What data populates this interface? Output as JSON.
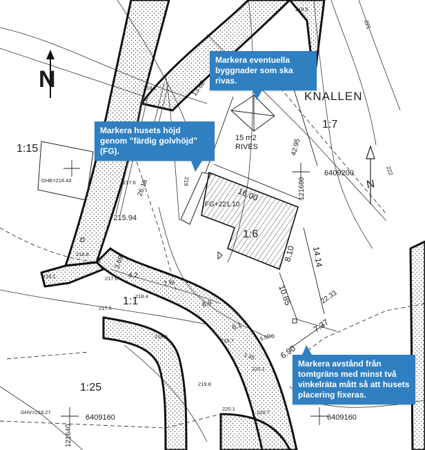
{
  "map": {
    "place_name": "KNALLEN",
    "north_symbol": "N",
    "small_north_symbol": "N",
    "ratios": {
      "r_1_15": "1:15",
      "r_1_7": "1:7",
      "r_1_6": "1:6",
      "r_1_1": "1:1",
      "r_1_25": "1:25"
    },
    "coordinates": {
      "north_6409200": "6409200",
      "north_6409160_left": "6409160",
      "north_6409160_right": "6409160",
      "east_121680": "121680",
      "east_121640": "121640"
    },
    "heights": {
      "h_218_5_top": "218.5",
      "h_218_2": "218.2",
      "h_217_6": "217.6",
      "h_216_8": "216.8",
      "h_216_1": "216.1",
      "h_217_6_b": "217.6",
      "h_218_4": "218.4",
      "h_217_5": "217.5",
      "h_218_9": "218.9",
      "h_219_7": "219.7",
      "h_220_1": "220.1",
      "h_219_8": "219.8",
      "h_220_1_b": "220.1",
      "h_220_7": "220.7",
      "h_plus_215_94": "+215.94",
      "ghe": "GHE=216.43",
      "ghv": "GHV=219.27"
    },
    "contours": {
      "c_219": "219",
      "c_221": "221",
      "c_222": "222"
    },
    "dimensions": {
      "d_13_62": "13.62",
      "d_16_00": "16.00",
      "d_42_95": "42.95",
      "d_26_18": "26.18",
      "d_3_69": "3.69",
      "d_4_2": "4.2",
      "d_7_6": "7.6",
      "d_6_9": "6.9",
      "d_6_1": "6.1",
      "d_5_09": "5.09",
      "d_1_35": "1.35",
      "d_8_10": "8.10",
      "d_10_85": "10.85",
      "d_14_14": "14.14",
      "d_22_33": "22.33",
      "d_7_37": "7.37",
      "d_6_90": "6.90"
    },
    "building": {
      "floor_height": "FG+221.10",
      "demolish_area": "15 m2",
      "demolish_label": "RIVES"
    }
  },
  "callouts": {
    "demolish": "Markera eventuella byggnader som ska rivas.",
    "floor_height": "Markera husets höjd genom ”färdig golvhöjd” (FG).",
    "distance": "Markera avstånd från tomtgräns med minst två vinkelräta mått så att husets placering fixeras."
  },
  "colors": {
    "callout_blue": "#2f7fc1"
  }
}
